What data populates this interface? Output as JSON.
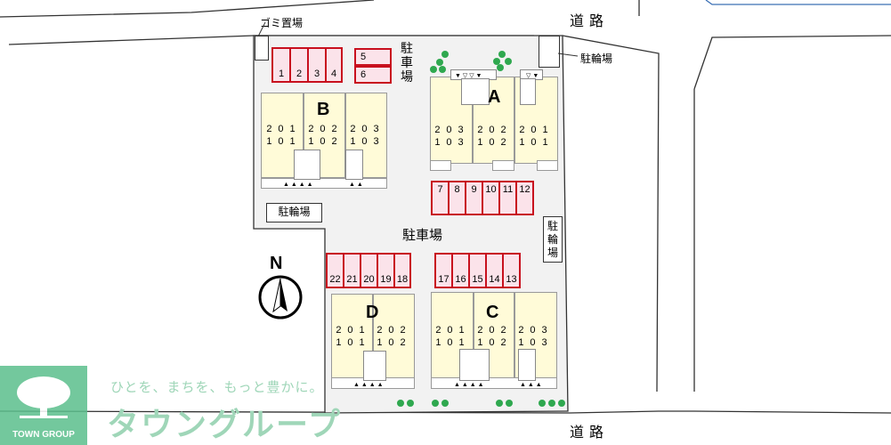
{
  "labels": {
    "road_top": "道路",
    "road_bottom": "道路",
    "garbage": "ゴミ置場",
    "bike_parking_top_right": "駐輪場",
    "bike_parking_left": "駐輪場",
    "bike_parking_right_vertical": "駐輪場",
    "parking_vertical": "駐車場",
    "parking_center": "駐車場",
    "north": "N"
  },
  "buildings": {
    "A": {
      "name": "A",
      "units": [
        "203\n103",
        "202\n102",
        "201\n101"
      ]
    },
    "B": {
      "name": "B",
      "units": [
        "201\n101",
        "202\n102",
        "203\n103"
      ]
    },
    "C": {
      "name": "C",
      "units": [
        "201\n101",
        "202\n102",
        "203\n103"
      ]
    },
    "D": {
      "name": "D",
      "units": [
        "201\n101",
        "202\n102"
      ]
    }
  },
  "parking": {
    "row_top_left": [
      "1",
      "2",
      "3",
      "4"
    ],
    "row_top_mid": [
      "5",
      "6"
    ],
    "row_center": [
      "7",
      "8",
      "9",
      "10",
      "11",
      "12"
    ],
    "row_bottom_left": [
      "22",
      "21",
      "20",
      "19",
      "18"
    ],
    "row_bottom_right": [
      "17",
      "16",
      "15",
      "14",
      "13"
    ]
  },
  "branding": {
    "slogan": "ひとを、まちを、もっと豊かに。",
    "brand_name": "タウングループ",
    "logo_text": "TOWN GROUP"
  },
  "colors": {
    "stall_border": "#c8101e",
    "stall_fill": "#fbe3ea",
    "unit_fill": "#fffbd8",
    "site_fill": "#f2f2f2",
    "tree": "#2fa84f"
  }
}
